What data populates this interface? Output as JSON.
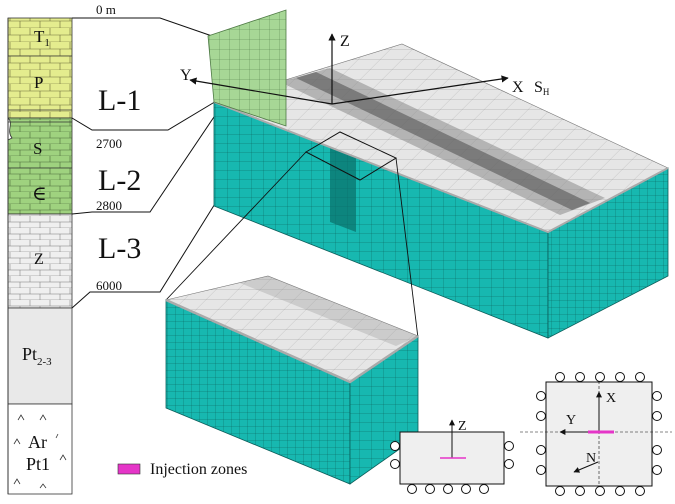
{
  "column": {
    "units": [
      "T1",
      "P",
      "S",
      "∈",
      "Z",
      "Pt2-3",
      "Ar",
      "Pt1"
    ],
    "t_main": "T",
    "t_sub": "1",
    "pt_main": "Pt",
    "pt_sub": "2-3",
    "ar": "Ar",
    "pt1": "Pt1",
    "p": "P",
    "s": "S",
    "cambrian": "∈",
    "z": "Z"
  },
  "layers": {
    "l1": "L-1",
    "l2": "L-2",
    "l3": "L-3"
  },
  "depths": {
    "top": "0 m",
    "d1": "2700",
    "d2": "2800",
    "d3": "6000"
  },
  "axes": {
    "z": "Z",
    "x": "X",
    "y": "Y",
    "sh_main": "S",
    "sh_sub": "H",
    "n": "N"
  },
  "legend": {
    "label": "Injection zones",
    "color": "#e535c8"
  },
  "colors": {
    "mesh_face": "#17b8b0",
    "mesh_top": "#e6e6e6",
    "shale_green": "#9fd27f",
    "sand_yellow": "#e4ec8e",
    "column_gray": "#e9e9e9"
  }
}
